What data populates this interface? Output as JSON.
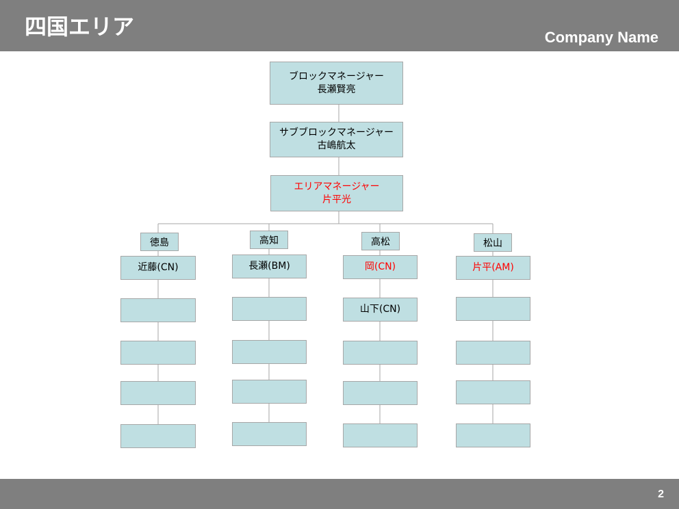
{
  "header": {
    "title": "四国エリア",
    "company": "Company Name"
  },
  "footer": {
    "page_number": "2"
  },
  "org": {
    "block_manager": {
      "role": "ブロックマネージャー",
      "name": "長瀬賢亮"
    },
    "sub_block_manager": {
      "role": "サブブロックマネージャー",
      "name": "古嶋航太"
    },
    "area_manager": {
      "role": "エリアマネージャー",
      "name": "片平光",
      "color": "#ff0000"
    },
    "regions": [
      {
        "name": "徳島",
        "members": [
          "近藤(CN)",
          "",
          "",
          "",
          ""
        ],
        "highlight": [
          false,
          false,
          false,
          false,
          false
        ]
      },
      {
        "name": "高知",
        "members": [
          "長瀬(BM)",
          "",
          "",
          "",
          ""
        ],
        "highlight": [
          false,
          false,
          false,
          false,
          false
        ]
      },
      {
        "name": "高松",
        "members": [
          "岡(CN)",
          "山下(CN)",
          "",
          "",
          ""
        ],
        "highlight": [
          true,
          false,
          false,
          false,
          false
        ]
      },
      {
        "name": "松山",
        "members": [
          "片平(AM)",
          "",
          "",
          "",
          ""
        ],
        "highlight": [
          true,
          false,
          false,
          false,
          false
        ]
      }
    ]
  },
  "colors": {
    "bar": "#7f7f7f",
    "box_fill": "#bfdfe2",
    "box_border": "#a6a6a6",
    "highlight_text": "#ff0000"
  }
}
